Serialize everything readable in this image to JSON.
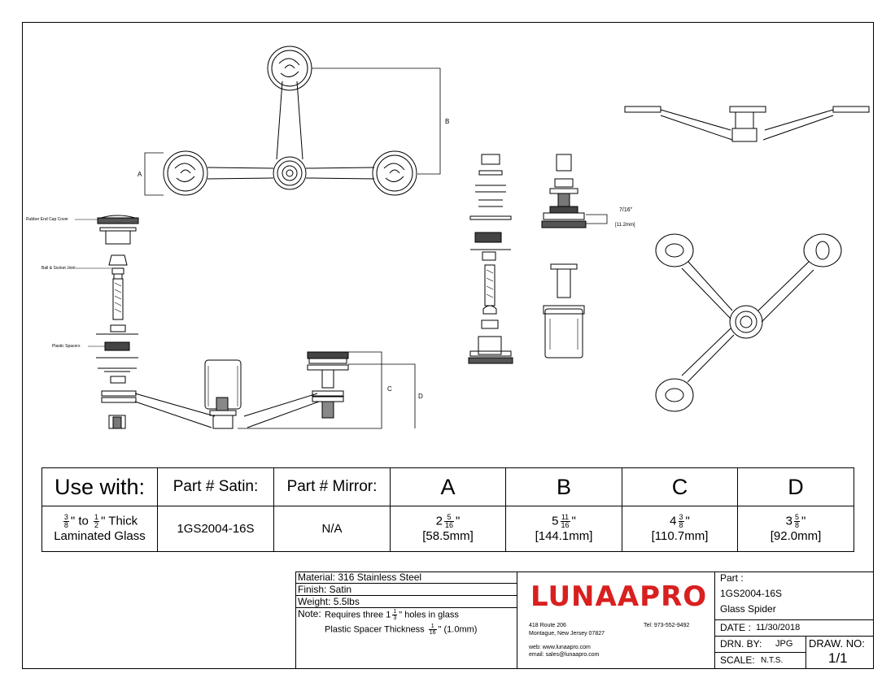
{
  "drawing": {
    "callouts": {
      "rubber_end_cap": "Rubber End Cap Cover",
      "ball_socket": "Ball & Socket Joint",
      "plastic_spacers": "Plastic Spacers"
    },
    "dim_labels": {
      "a": "A",
      "b": "B",
      "c": "C",
      "d": "D"
    },
    "side_dim": {
      "imperial": "7/16\"",
      "metric": "[11.2mm]"
    }
  },
  "spec_table": {
    "headers": {
      "use_with": "Use with:",
      "part_satin": "Part # Satin:",
      "part_mirror": "Part # Mirror:",
      "a": "A",
      "b": "B",
      "c": "C",
      "d": "D"
    },
    "row": {
      "use_with": {
        "from_num": "3",
        "from_den": "8",
        "to_word": "to",
        "to_num": "1",
        "to_den": "2",
        "suffix": "Thick",
        "line2": "Laminated Glass"
      },
      "part_satin": "1GS2004-16S",
      "part_mirror": "N/A",
      "a": {
        "whole": "2",
        "num": "5",
        "den": "16",
        "mm": "[58.5mm]"
      },
      "b": {
        "whole": "5",
        "num": "11",
        "den": "16",
        "mm": "[144.1mm]"
      },
      "c": {
        "whole": "4",
        "num": "3",
        "den": "8",
        "mm": "[110.7mm]"
      },
      "d": {
        "whole": "3",
        "num": "5",
        "den": "8",
        "mm": "[92.0mm]"
      }
    }
  },
  "title_block": {
    "material": "Material: 316 Stainless Steel",
    "finish": "Finish: Satin",
    "weight": "Weight: 5.5lbs",
    "note_label": "Note:",
    "note1_pre": "Requires three 1",
    "note1_num": "1",
    "note1_den": "3",
    "note1_post": "\" holes in glass",
    "note2_pre": "Plastic Spacer Thickness",
    "note2_num": "1",
    "note2_den": "16",
    "note2_post": "\" (1.0mm)",
    "logo": "LUNAAPRO",
    "address1": "418 Route 206",
    "address2": "Montague, New Jersey 07827",
    "tel": "Tel: 973-552-9492",
    "web": "web: www.lunaapro.com",
    "email": "email: sales@lunaapro.com",
    "part_label": "Part :",
    "part_number": "1GS2004-16S",
    "part_name": "Glass Spider",
    "date_label": "DATE :",
    "date": "11/30/2018",
    "drn_label": "DRN. BY:",
    "drn": "JPG",
    "draw_no_label": "DRAW. NO:",
    "draw_no": "1/1",
    "scale_label": "SCALE:",
    "scale": "N.T.S."
  },
  "colors": {
    "logo": "#d8201f",
    "line": "#000000"
  }
}
